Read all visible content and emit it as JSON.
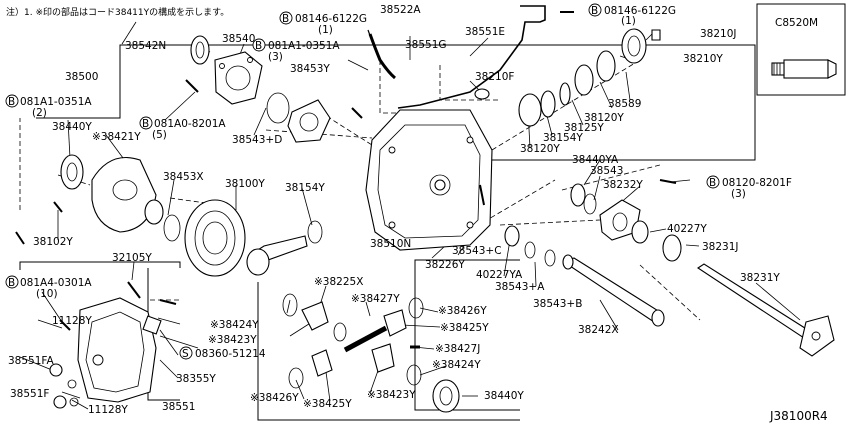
{
  "header_note": "注）1. ※印の部品はコード38411Yの構成を示します。",
  "inset_label": "C8520M",
  "diagram_ref": "J38100R4",
  "bolt_prefix": "B",
  "screw_prefix": "S",
  "labels": {
    "p38522A": "38522A",
    "p08146_6122G_left": "08146-6122G",
    "p08146_6122G_left_qty": "(1)",
    "p08146_6122G_right": "08146-6122G",
    "p08146_6122G_right_qty": "(1)",
    "p38542N": "38542N",
    "p38540": "38540",
    "p081A1_0351A_top": "081A1-0351A",
    "p081A1_0351A_top_qty": "(3)",
    "p38551G": "38551G",
    "p38551E": "38551E",
    "p38210J": "38210J",
    "p38210Y": "38210Y",
    "p38500": "38500",
    "p38453Y": "38453Y",
    "p38210F": "38210F",
    "p38589": "38589",
    "p081A1_0351A_left": "081A1-0351A",
    "p081A1_0351A_left_qty": "(2)",
    "p38120Y_a": "38120Y",
    "p38125Y": "38125Y",
    "p38154Y_a": "38154Y",
    "p38120Y_b": "38120Y",
    "p38440Y_a": "38440Y",
    "p38421Y": "※38421Y",
    "p081A0_8201A": "081A0-8201A",
    "p081A0_8201A_qty": "(5)",
    "p38543D": "38543+D",
    "p38440YA": "38440YA",
    "p38543": "38543",
    "p38232Y": "38232Y",
    "p08120_8201F": "08120-8201F",
    "p08120_8201F_qty": "(3)",
    "p38453X": "38453X",
    "p38100Y": "38100Y",
    "p38154Y_b": "38154Y",
    "p40227Y": "40227Y",
    "p38231J": "38231J",
    "p38102Y": "38102Y",
    "p38510N": "38510N",
    "p38543C": "38543+C",
    "p38226Y": "38226Y",
    "p40227YA": "40227YA",
    "p38543A": "38543+A",
    "p32105Y": "32105Y",
    "p38231Y": "38231Y",
    "p081A4_0301A": "081A4-0301A",
    "p081A4_0301A_qty": "(10)",
    "p38225X": "※38225X",
    "p38427Y": "※38427Y",
    "p38543B": "38543+B",
    "p38426Y_a": "※38426Y",
    "p38424Y_a": "※38424Y",
    "p38425Y_a": "※38425Y",
    "p38242X": "38242X",
    "p11128Y_a": "11128Y",
    "p38423Y_a": "※38423Y",
    "p38427J": "※38427J",
    "p38551FA": "38551FA",
    "p08360_51214": "08360-51214",
    "p38424Y_b": "※38424Y",
    "p38355Y": "38355Y",
    "p38551F": "38551F",
    "p11128Y_b": "11128Y",
    "p38551": "38551",
    "p38426Y_b": "※38426Y",
    "p38425Y_b": "※38425Y",
    "p38423Y_b": "※38423Y",
    "p38440Y_b": "38440Y"
  }
}
